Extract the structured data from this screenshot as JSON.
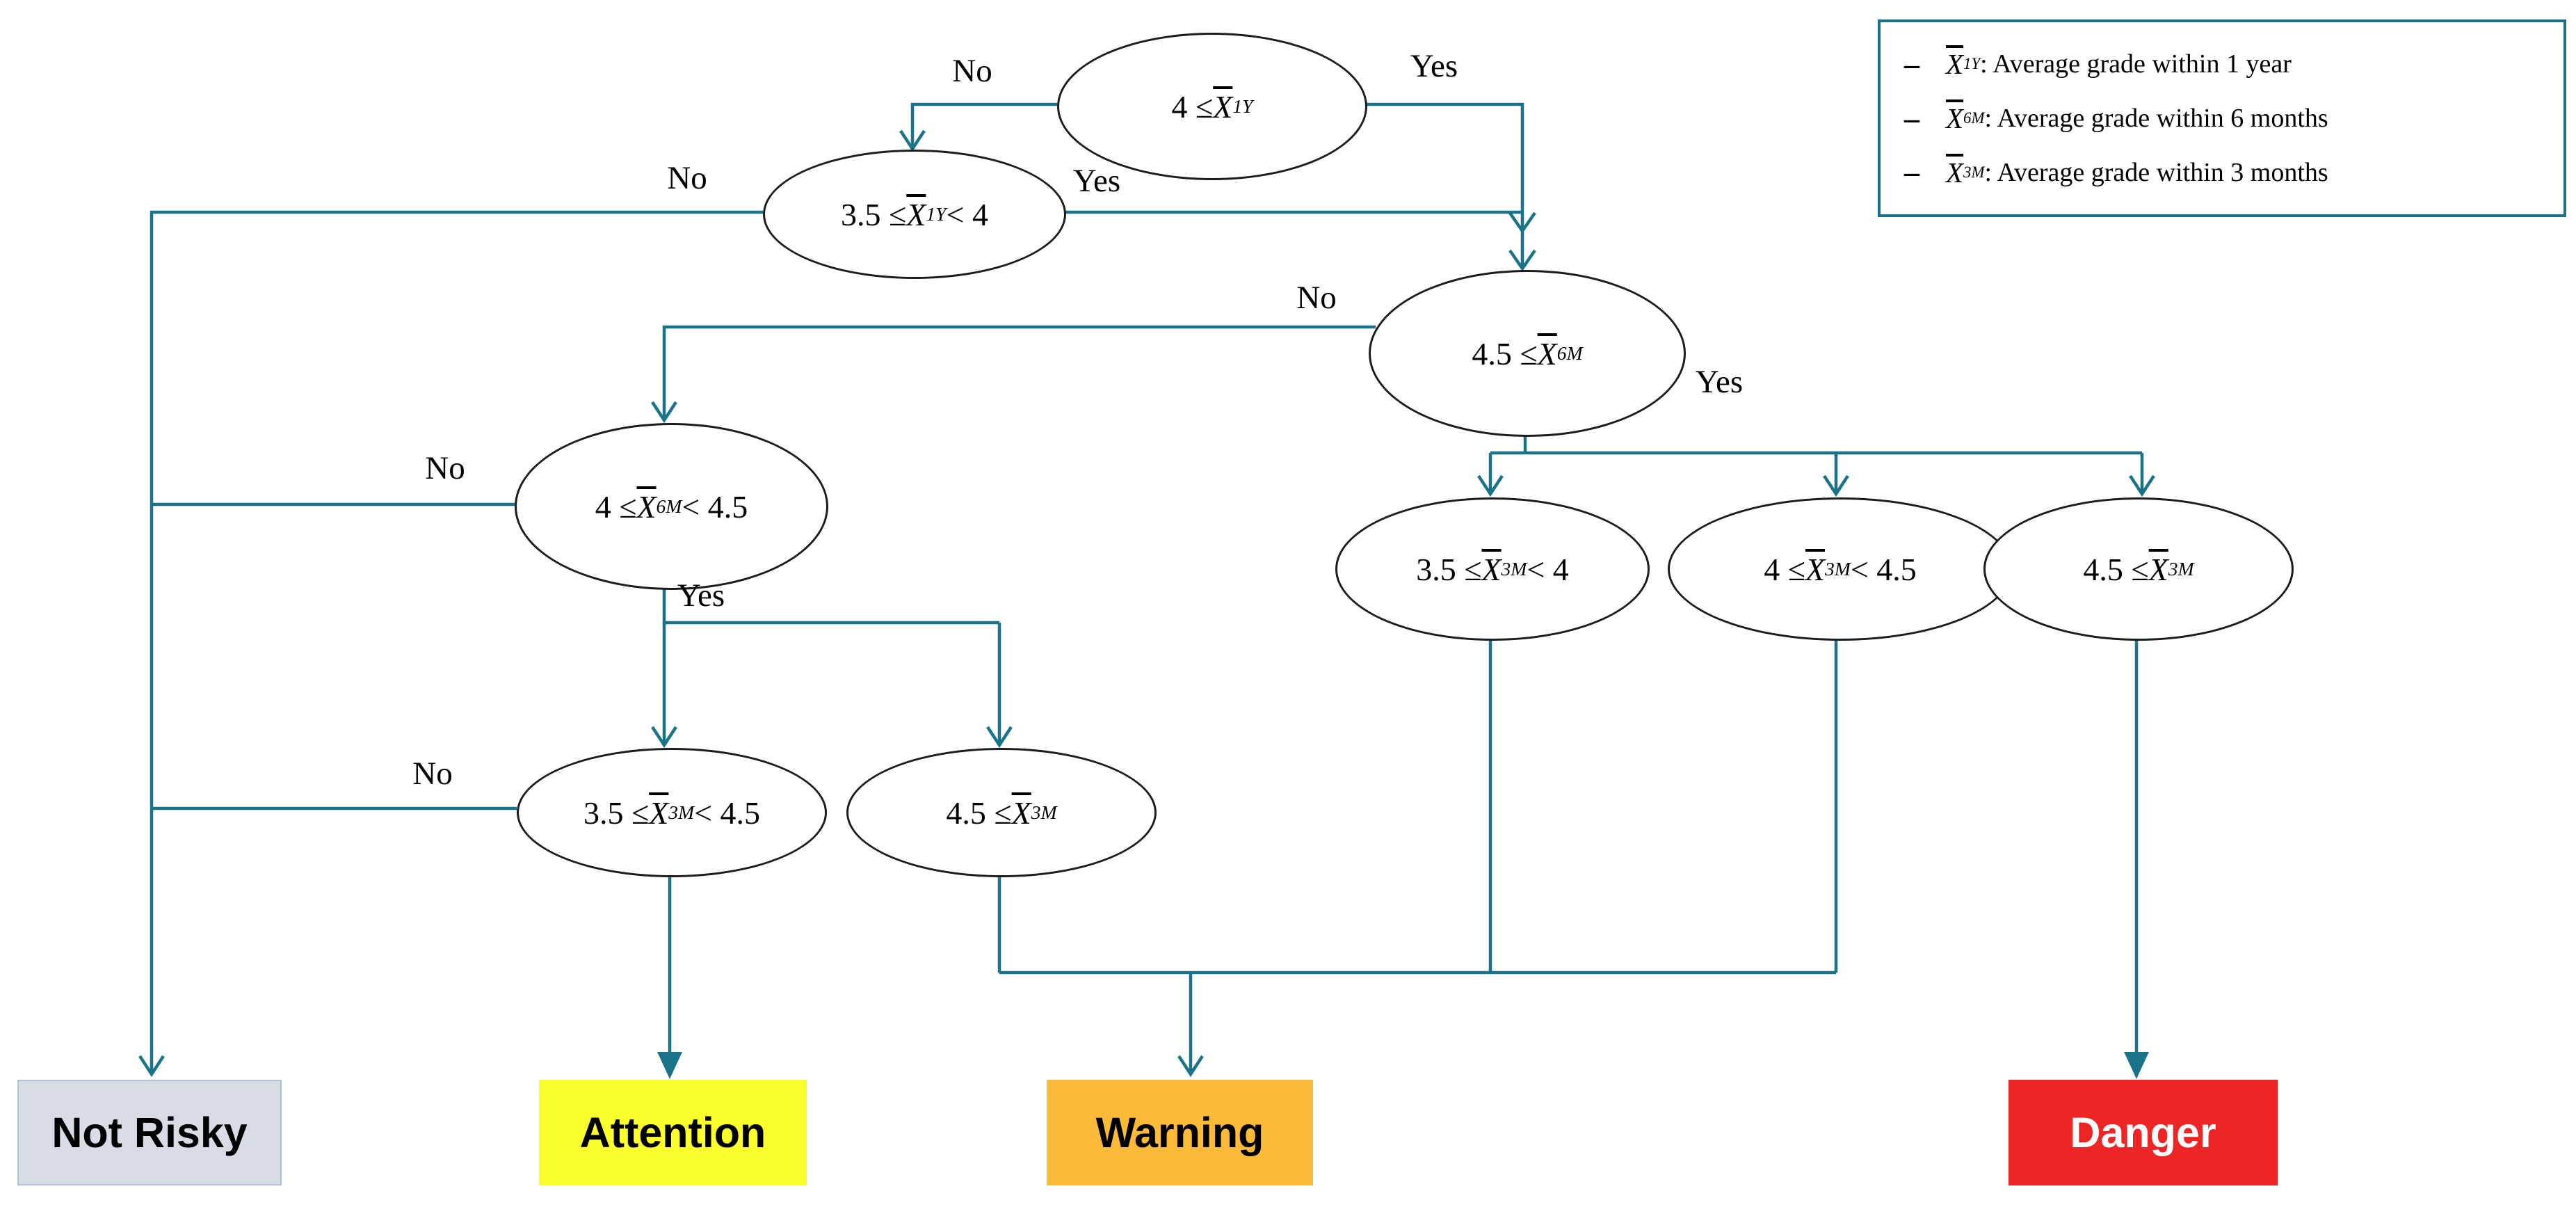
{
  "colors": {
    "edge_teal": "#1B7389",
    "node_stroke": "#1c1c1c",
    "not_risky_bg": "#D7DCE5",
    "attention_bg": "#FBFF2B",
    "warning_bg": "#FBBB38",
    "danger_bg": "#EE2525",
    "danger_text": "#FFFFFF"
  },
  "legend": {
    "items": [
      {
        "bullet": "–",
        "var": "X",
        "sub": "1Y",
        "desc": ": Average grade within 1 year"
      },
      {
        "bullet": "–",
        "var": "X",
        "sub": "6M",
        "desc": ": Average grade within 6 months"
      },
      {
        "bullet": "–",
        "var": "X",
        "sub": "3M",
        "desc": ": Average grade within 3 months"
      }
    ]
  },
  "nodes": [
    {
      "prefix": "4 ≤ ",
      "var": "X",
      "sub": "1Y",
      "suffix": ""
    },
    {
      "prefix": "3.5 ≤ ",
      "var": "X",
      "sub": "1Y",
      "suffix": " < 4"
    },
    {
      "prefix": "4.5 ≤ ",
      "var": "X",
      "sub": "6M",
      "suffix": ""
    },
    {
      "prefix": "4 ≤ ",
      "var": "X",
      "sub": "6M",
      "suffix": " < 4.5"
    },
    {
      "prefix": "3.5 ≤ ",
      "var": "X",
      "sub": "3M",
      "suffix": " < 4.5"
    },
    {
      "prefix": "4.5 ≤ ",
      "var": "X",
      "sub": "3M",
      "suffix": ""
    },
    {
      "prefix": "3.5 ≤ ",
      "var": "X",
      "sub": "3M",
      "suffix": " < 4"
    },
    {
      "prefix": "4 ≤ ",
      "var": "X",
      "sub": "3M",
      "suffix": " < 4.5"
    },
    {
      "prefix": "4.5 ≤ ",
      "var": "X",
      "sub": "3M",
      "suffix": ""
    }
  ],
  "edge_labels": {
    "n1_no": "No",
    "n1_yes": "Yes",
    "n2_no": "No",
    "n2_yes": "Yes",
    "n3_no": "No",
    "n3_yes": "Yes",
    "n4_no": "No",
    "n4_yes": "Yes",
    "n5_no": "No"
  },
  "results": [
    {
      "key": "not-risky",
      "label": "Not Risky",
      "color": "#D7DCE5",
      "text_color": "#000000"
    },
    {
      "key": "attention",
      "label": "Attention",
      "color": "#FBFF2B",
      "text_color": "#000000"
    },
    {
      "key": "warning",
      "label": "Warning",
      "color": "#FBBB38",
      "text_color": "#000000"
    },
    {
      "key": "danger",
      "label": "Danger",
      "color": "#EE2525",
      "text_color": "#FFFFFF"
    }
  ]
}
